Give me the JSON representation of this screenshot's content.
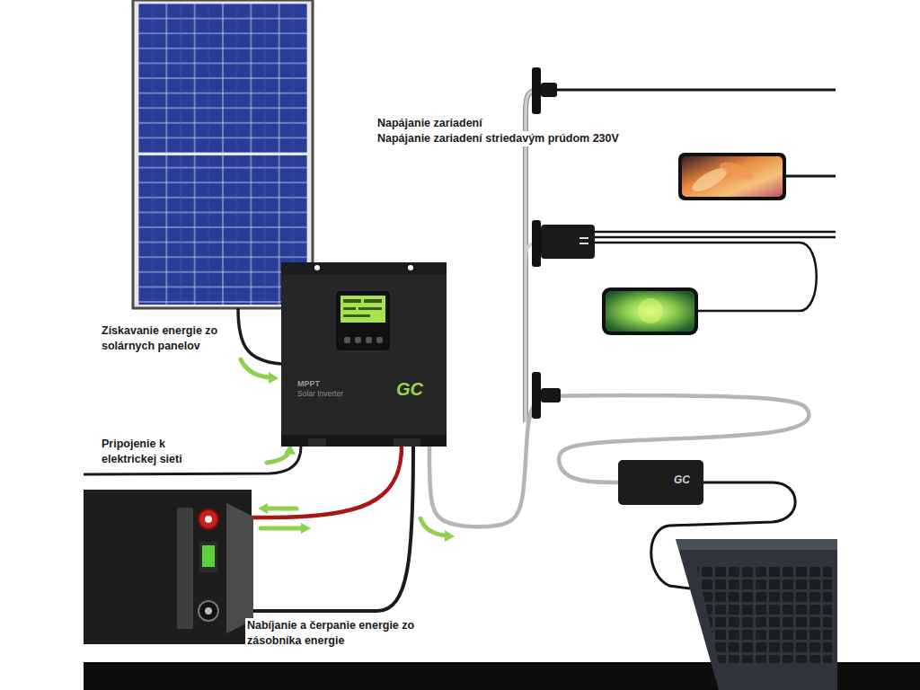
{
  "diagram": {
    "nodes": [
      {
        "text": [
          "MPPT",
          "Solar Inverter",
          "GC"
        ]
      },
      {
        "text": [
          "GC"
        ]
      }
    ],
    "edges": [
      {
        "from": 0,
        "to": 1,
        "arrow": "none"
      }
    ],
    "labels": [
      "Napájanie zariadení",
      "Napájanie zariadení striedavým prúdom 230V",
      "Získavanie energie zo solárnych panelov",
      "Pripojenie k elektrickej sieti",
      "Nabíjanie a čerpanie energie zo zásobníka energie"
    ]
  }
}
